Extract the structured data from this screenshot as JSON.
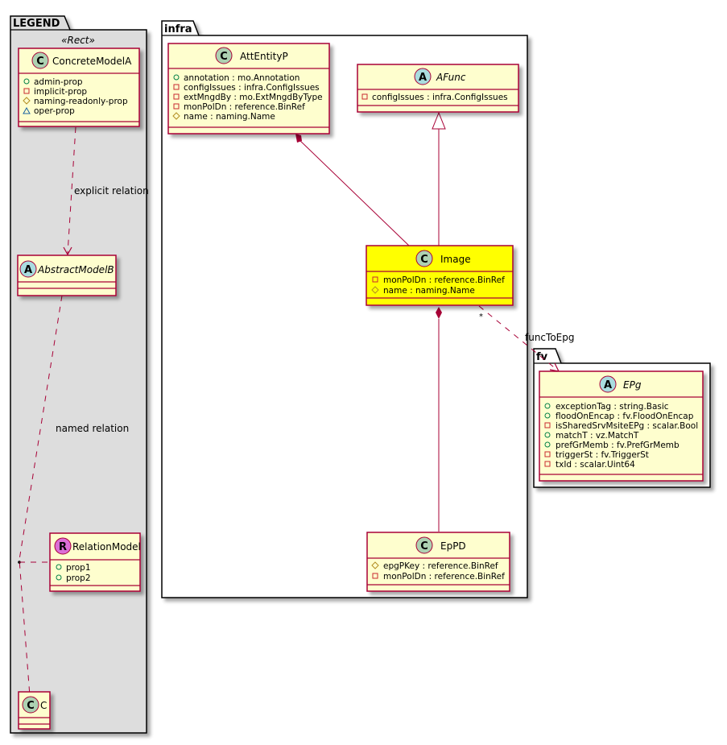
{
  "diagram": {
    "packages": {
      "legend": {
        "name": "LEGEND",
        "stereotype": "«Rect»"
      },
      "infra": {
        "name": "infra"
      },
      "fv": {
        "name": "fv"
      }
    },
    "classes": {
      "concreteModelA": {
        "kind": "C",
        "name": "ConcreteModelA",
        "attributes": [
          {
            "visibility": "public",
            "text": "admin-prop"
          },
          {
            "visibility": "private",
            "text": "implicit-prop"
          },
          {
            "visibility": "protected",
            "text": "naming-readonly-prop"
          },
          {
            "visibility": "package",
            "text": "oper-prop"
          }
        ]
      },
      "abstractModelB": {
        "kind": "A",
        "name": "AbstractModelB",
        "attributes": []
      },
      "relationModel": {
        "kind": "R",
        "name": "RelationModel",
        "attributes": [
          {
            "visibility": "public",
            "text": "prop1"
          },
          {
            "visibility": "public",
            "text": "prop2"
          }
        ]
      },
      "c": {
        "kind": "C",
        "name": "C",
        "attributes": []
      },
      "attEntityP": {
        "kind": "C",
        "name": "AttEntityP",
        "attributes": [
          {
            "visibility": "public",
            "text": "annotation : mo.Annotation"
          },
          {
            "visibility": "private",
            "text": "configIssues : infra.ConfigIssues"
          },
          {
            "visibility": "private",
            "text": "extMngdBy : mo.ExtMngdByType"
          },
          {
            "visibility": "private",
            "text": "monPolDn : reference.BinRef"
          },
          {
            "visibility": "protected",
            "text": "name : naming.Name"
          }
        ]
      },
      "aFunc": {
        "kind": "A",
        "name": "AFunc",
        "attributes": [
          {
            "visibility": "private",
            "text": "configIssues : infra.ConfigIssues"
          }
        ]
      },
      "image": {
        "kind": "C",
        "name": "Image",
        "highlight": "#ffff00",
        "attributes": [
          {
            "visibility": "private",
            "text": "monPolDn : reference.BinRef"
          },
          {
            "visibility": "protected",
            "text": "name : naming.Name"
          }
        ]
      },
      "epPD": {
        "kind": "C",
        "name": "EpPD",
        "attributes": [
          {
            "visibility": "protected",
            "text": "epgPKey : reference.BinRef"
          },
          {
            "visibility": "private",
            "text": "monPolDn : reference.BinRef"
          }
        ]
      },
      "ePg": {
        "kind": "A",
        "name": "EPg",
        "attributes": [
          {
            "visibility": "public",
            "text": "exceptionTag : string.Basic"
          },
          {
            "visibility": "public",
            "text": "floodOnEncap : fv.FloodOnEncap"
          },
          {
            "visibility": "private",
            "text": "isSharedSrvMsiteEPg : scalar.Bool"
          },
          {
            "visibility": "public",
            "text": "matchT : vz.MatchT"
          },
          {
            "visibility": "public",
            "text": "prefGrMemb : fv.PrefGrMemb"
          },
          {
            "visibility": "private",
            "text": "triggerSt : fv.TriggerSt"
          },
          {
            "visibility": "private",
            "text": "txId : scalar.Uint64"
          }
        ]
      }
    },
    "relations": {
      "explicit": {
        "label": "explicit relation"
      },
      "named": {
        "label": "named relation"
      },
      "funcToEpg": {
        "label": "funcToEpg",
        "multiplicity": "*"
      }
    },
    "colors": {
      "classFill": "#fefece",
      "classBorder": "#a80036",
      "legendFill": "#dddddd",
      "highlight": "#ffff00",
      "iconC": "#add1b2",
      "iconA": "#a9dcdf",
      "iconR": "#db6ed7",
      "public": "#038048",
      "private": "#c82930",
      "protected": "#b38d22",
      "package": "#1963a0"
    }
  }
}
